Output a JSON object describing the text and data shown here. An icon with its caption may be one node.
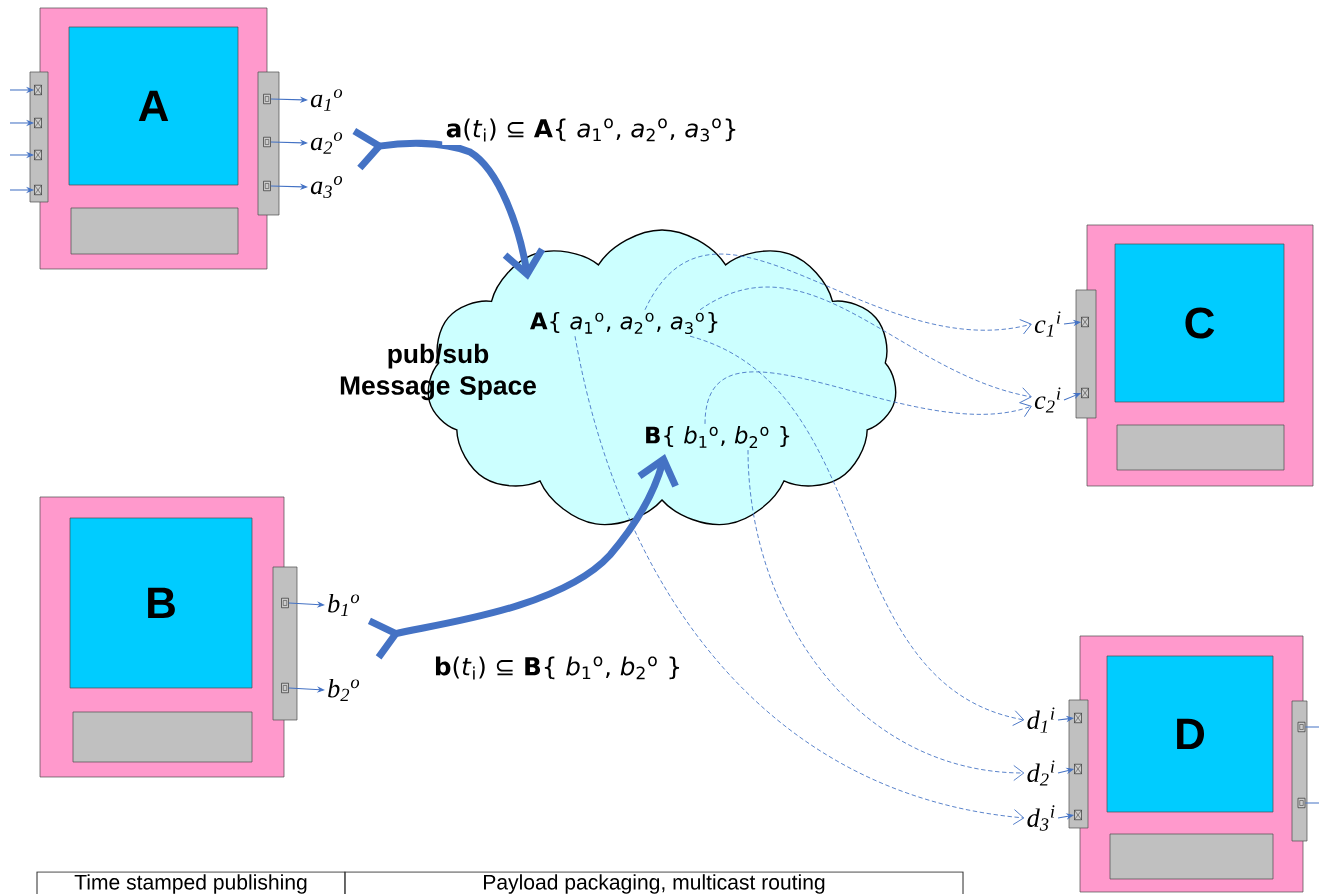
{
  "diagram": {
    "nodes": [
      {
        "text": [
          "A"
        ]
      },
      {
        "text": [],
        "shape": "box"
      },
      {
        "text": [],
        "shape": "box"
      },
      {
        "text": [],
        "shape": "box"
      },
      {
        "text": [],
        "shape": "box"
      },
      {
        "text": [],
        "shape": "box"
      },
      {
        "text": [],
        "shape": "box"
      },
      {
        "text": [],
        "shape": "box"
      },
      {
        "text": [
          "a$_{1}$$^{o}$"
        ]
      },
      {
        "text": [
          "a$_{2}$$^{o}$"
        ]
      },
      {
        "text": [
          "a$_{3}$$^{o}$"
        ]
      },
      {
        "text": [
          "pub/sub Message Space"
        ]
      },
      {
        "text": [
          "**A**{ *a*$_{1}$$^{o}$, *a*$_{2}$$^{o}$, *a*$_{3}$$^{o}$}"
        ],
        "in": 11
      },
      {
        "text": [
          "**B**{ *b*$_{1}$$^{o}$, *b*$_{2}$$^{o}$ }"
        ],
        "in": 11
      },
      {
        "text": [
          "C"
        ]
      },
      {
        "text": [],
        "shape": "box"
      },
      {
        "text": [],
        "shape": "box"
      },
      {
        "text": [
          "c$_{1}$$^{i}$"
        ]
      },
      {
        "text": [
          "c$_{2}$$^{i}$"
        ]
      },
      {
        "text": [
          "B"
        ]
      },
      {
        "text": [],
        "shape": "box"
      },
      {
        "text": [],
        "shape": "box"
      },
      {
        "text": [
          "b$_{1}$$^{o}$"
        ]
      },
      {
        "text": [
          "b$_{2}$$^{o}$"
        ]
      },
      {
        "text": [
          "D"
        ]
      },
      {
        "text": [],
        "shape": "box"
      },
      {
        "text": [],
        "shape": "box"
      },
      {
        "text": [],
        "shape": "box"
      },
      {
        "text": [],
        "shape": "box",
        "in": 24
      },
      {
        "text": [],
        "shape": "box",
        "in": 24
      },
      {
        "text": [
          "d$_{1}$$^{i}$"
        ]
      },
      {
        "text": [
          "d$_{2}$$^{i}$"
        ]
      },
      {
        "text": [
          "d$_{3}$$^{i}$"
        ]
      }
    ],
    "edges": [
      {
        "from": null,
        "to": 1,
        "arrow": "to"
      },
      {
        "from": null,
        "to": 2,
        "arrow": "to"
      },
      {
        "from": null,
        "to": 3,
        "arrow": "to"
      },
      {
        "from": null,
        "to": 4,
        "arrow": "to"
      },
      {
        "from": 5,
        "to": 8,
        "arrow": "to"
      },
      {
        "from": 6,
        "to": 9,
        "arrow": "to"
      },
      {
        "from": 7,
        "to": 10,
        "arrow": "to"
      },
      {
        "from": 9,
        "to": 12,
        "arrow": "to",
        "style": "thick",
        "label": "**a**(*t*$_{i}$) ⊆ **A**{ *a*$_{1}$$^{o}$, *a*$_{2}$$^{o}$, *a*$_{3}$$^{o}$}"
      },
      {
        "from": 20,
        "to": 22,
        "arrow": "to"
      },
      {
        "from": 21,
        "to": 23,
        "arrow": "to"
      },
      {
        "from": 22,
        "to": 13,
        "arrow": "to",
        "style": "thick",
        "label": "**b**(*t*$_{i}$) ⊆ **B**{ *b*$_{1}$$^{o}$, *b*$_{2}$$^{o}$ }"
      },
      {
        "from": 17,
        "to": 15,
        "arrow": "to"
      },
      {
        "from": 18,
        "to": 16,
        "arrow": "to"
      },
      {
        "from": 30,
        "to": 25,
        "arrow": "to"
      },
      {
        "from": 31,
        "to": 26,
        "arrow": "to"
      },
      {
        "from": 32,
        "to": 27,
        "arrow": "to"
      },
      {
        "from": 28,
        "to": null,
        "arrow": "none"
      },
      {
        "from": 29,
        "to": null,
        "arrow": "none"
      },
      {
        "from": 12,
        "to": 17,
        "arrow": "to",
        "style": "dashed"
      },
      {
        "from": 12,
        "to": 18,
        "arrow": "to",
        "style": "dashed"
      },
      {
        "from": 13,
        "to": 18,
        "arrow": "to",
        "style": "dashed"
      },
      {
        "from": 12,
        "to": 30,
        "arrow": "to",
        "style": "dashed"
      },
      {
        "from": 13,
        "to": 31,
        "arrow": "to",
        "style": "dashed"
      },
      {
        "from": 12,
        "to": 32,
        "arrow": "to",
        "style": "dashed"
      }
    ],
    "labels": [
      "Time stamped publishing",
      "Payload packaging, multicast routing"
    ]
  }
}
